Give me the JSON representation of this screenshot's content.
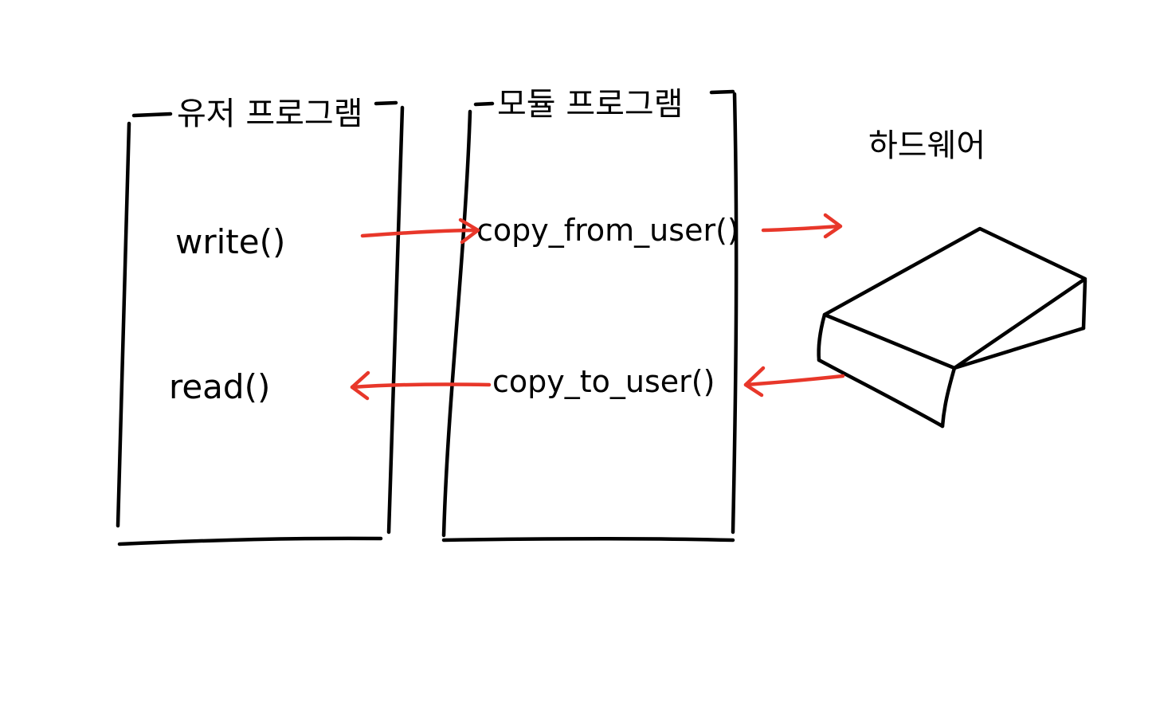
{
  "colors": {
    "ink": "#000000",
    "arrow": "#e8372a",
    "background": "#ffffff"
  },
  "columns": {
    "user": {
      "header": "유저 프로그램"
    },
    "module": {
      "header": "모듈 프로그램"
    }
  },
  "hardware": {
    "label": "하드웨어",
    "icon": "box-device-icon"
  },
  "functions": {
    "write": "write()",
    "read": "read()",
    "copy_from_user": "copy_from_user()",
    "copy_to_user": "copy_to_user()"
  }
}
